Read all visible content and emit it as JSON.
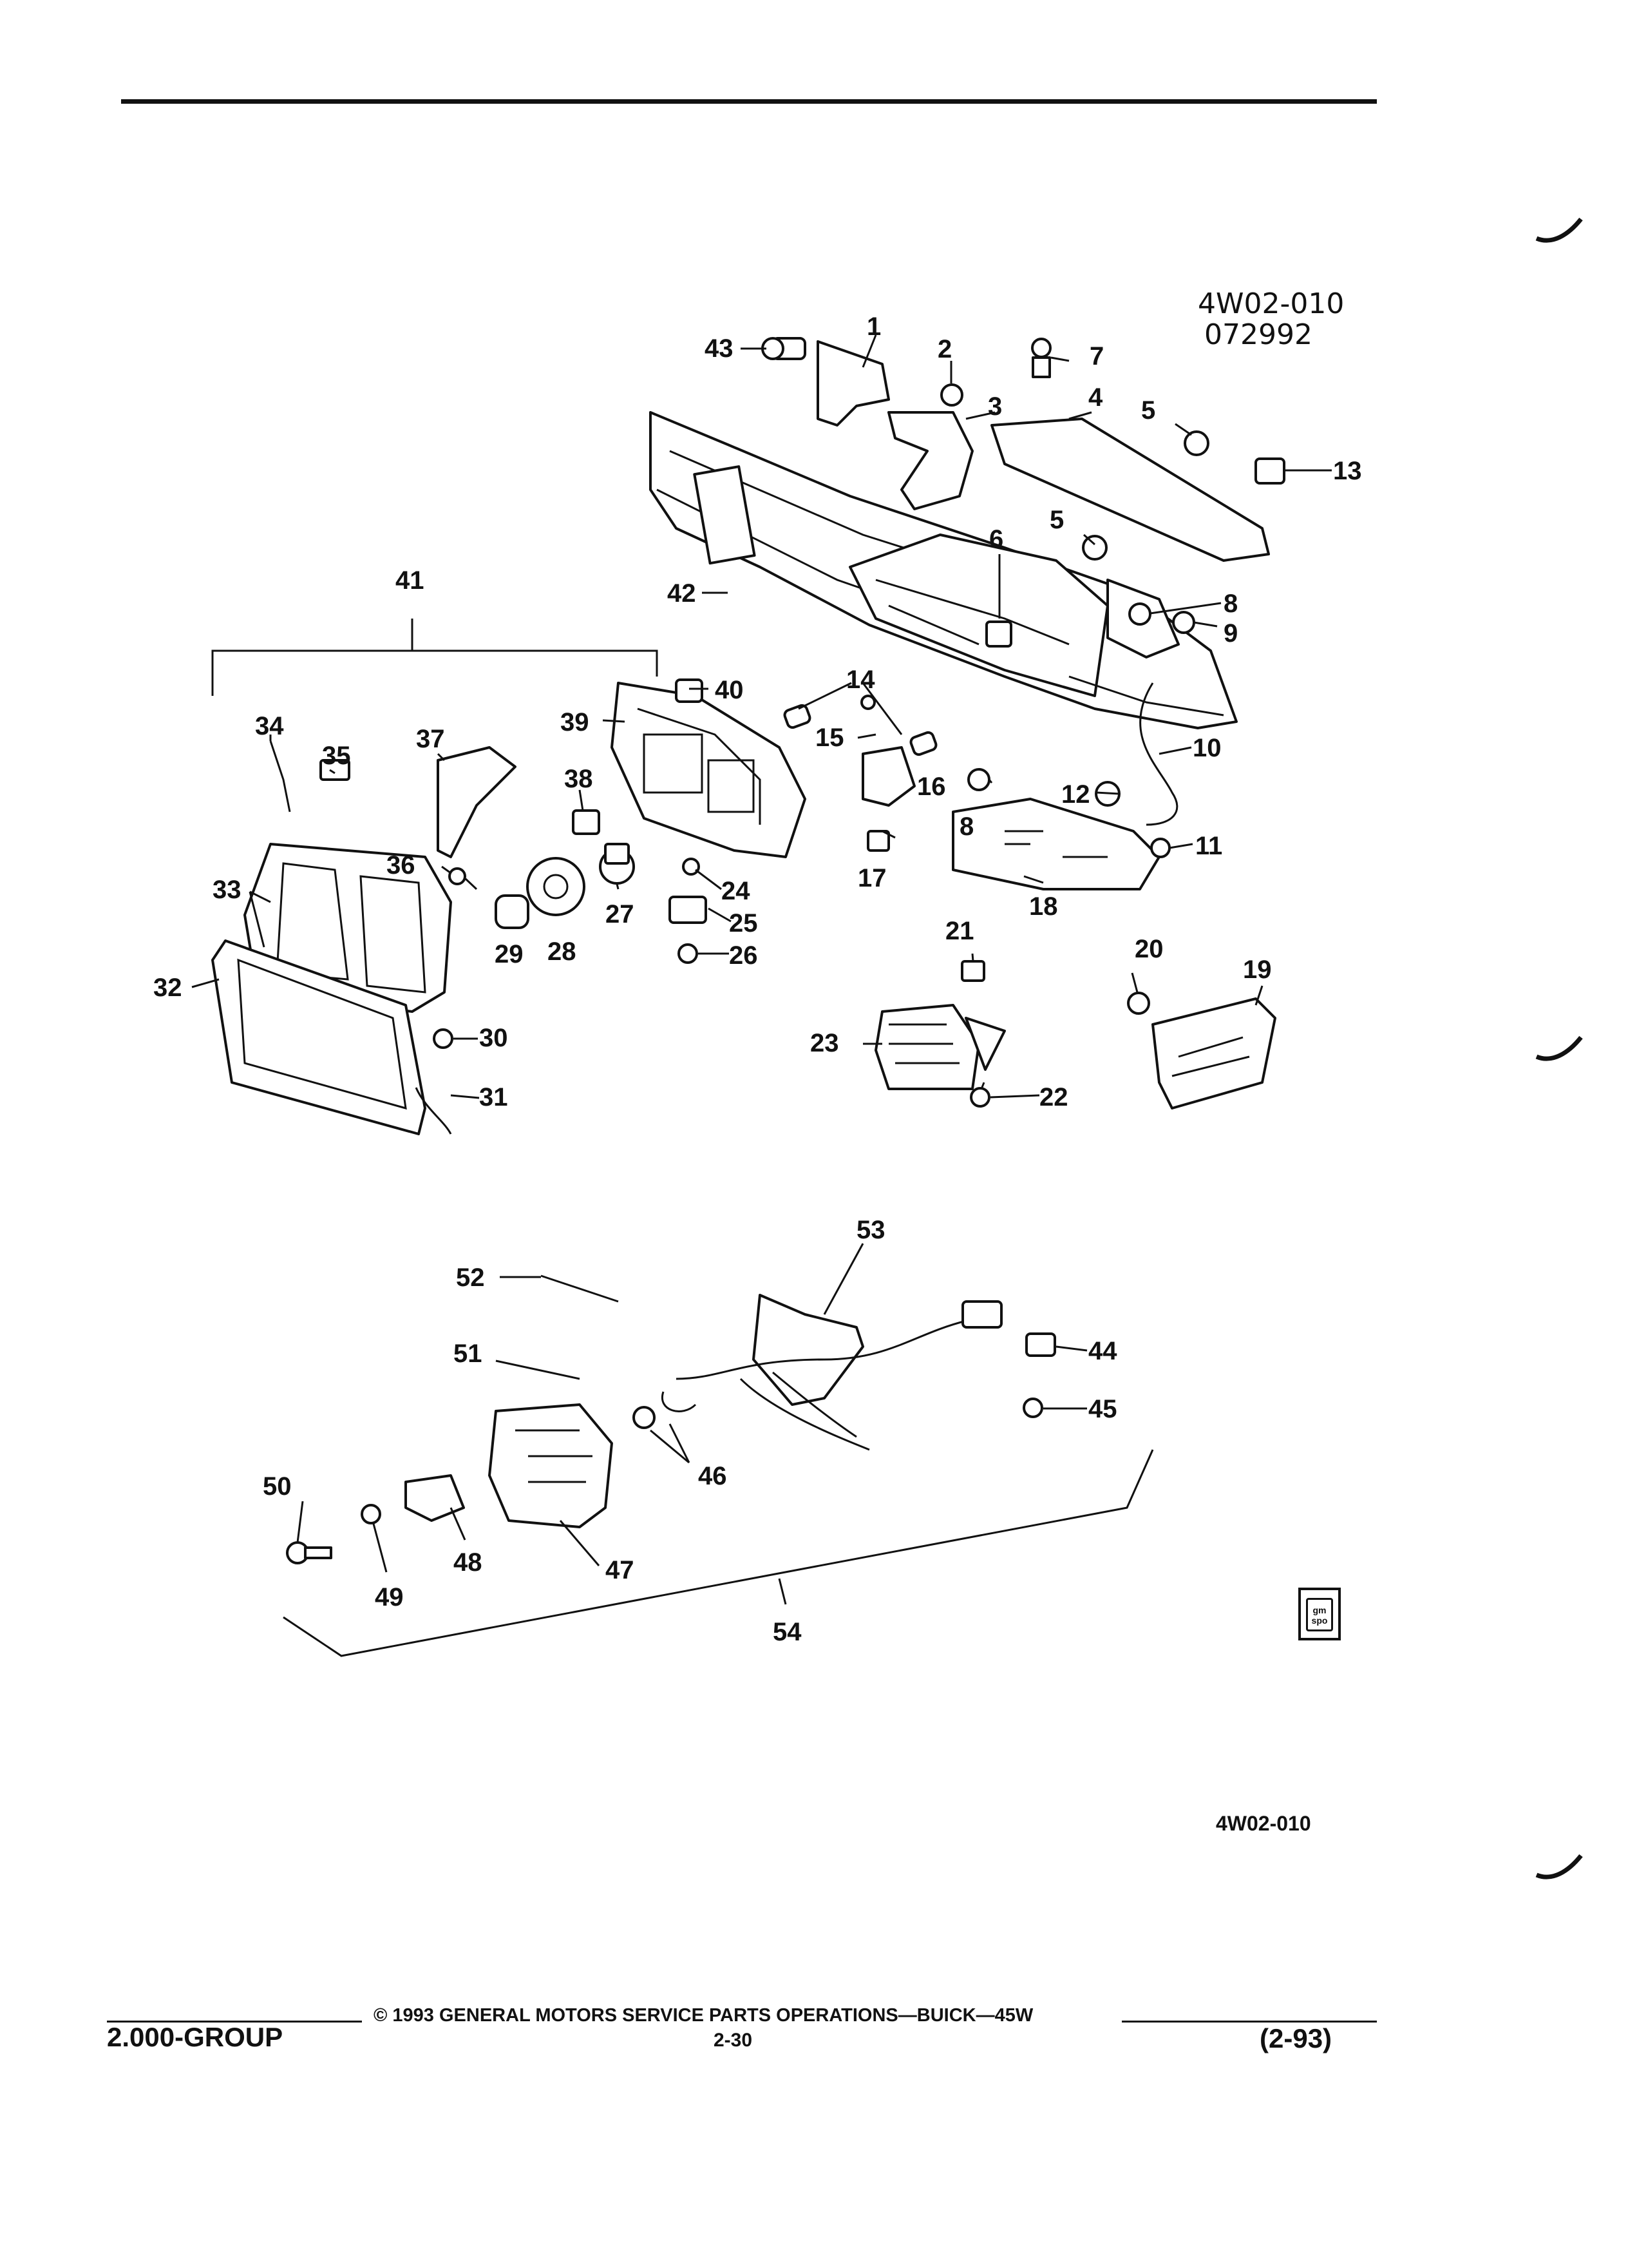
{
  "header": {
    "ref_code_line1": "4W02-010",
    "ref_code_line2": "072992"
  },
  "callouts": [
    "1",
    "2",
    "3",
    "4",
    "5",
    "5",
    "6",
    "7",
    "8",
    "8",
    "9",
    "10",
    "11",
    "12",
    "13",
    "14",
    "15",
    "16",
    "17",
    "18",
    "19",
    "20",
    "21",
    "22",
    "23",
    "24",
    "25",
    "26",
    "27",
    "28",
    "29",
    "30",
    "31",
    "32",
    "33",
    "34",
    "35",
    "36",
    "37",
    "38",
    "39",
    "40",
    "41",
    "42",
    "43",
    "44",
    "45",
    "46",
    "47",
    "48",
    "49",
    "50",
    "51",
    "52",
    "53",
    "54"
  ],
  "figure_code": "4W02-010",
  "badge_text": "gm spo",
  "footer": {
    "copyright": "© 1993 GENERAL MOTORS SERVICE PARTS OPERATIONS—BUICK—45W",
    "group": "2.000-GROUP",
    "page": "2-30",
    "date": "(2-93)"
  }
}
